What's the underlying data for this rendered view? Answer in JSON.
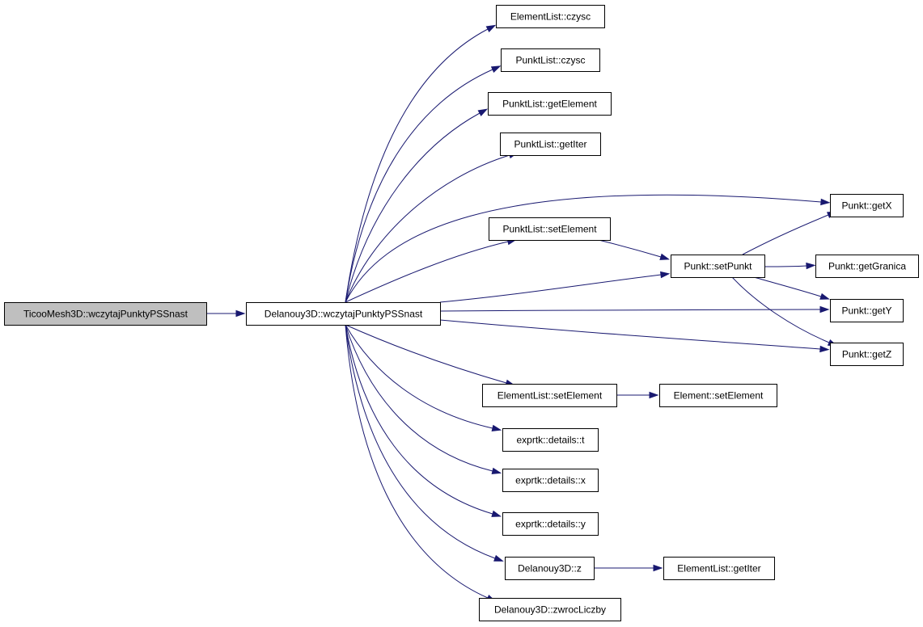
{
  "diagram": {
    "nodes": [
      {
        "id": "root",
        "label": "TicooMesh3D::wczytajPunktyPSSnast",
        "highlight": true
      },
      {
        "id": "main",
        "label": "Delanouy3D::wczytajPunktyPSSnast"
      },
      {
        "id": "el_czysc",
        "label": "ElementList::czysc"
      },
      {
        "id": "pl_czysc",
        "label": "PunktList::czysc"
      },
      {
        "id": "pl_getElement",
        "label": "PunktList::getElement"
      },
      {
        "id": "pl_getIter",
        "label": "PunktList::getIter"
      },
      {
        "id": "pl_setElement",
        "label": "PunktList::setElement"
      },
      {
        "id": "p_setPunkt",
        "label": "Punkt::setPunkt"
      },
      {
        "id": "p_getX",
        "label": "Punkt::getX"
      },
      {
        "id": "p_getGranica",
        "label": "Punkt::getGranica"
      },
      {
        "id": "p_getY",
        "label": "Punkt::getY"
      },
      {
        "id": "p_getZ",
        "label": "Punkt::getZ"
      },
      {
        "id": "el_setElement",
        "label": "ElementList::setElement"
      },
      {
        "id": "e_setElement",
        "label": "Element::setElement"
      },
      {
        "id": "ex_t",
        "label": "exprtk::details::t"
      },
      {
        "id": "ex_x",
        "label": "exprtk::details::x"
      },
      {
        "id": "ex_y",
        "label": "exprtk::details::y"
      },
      {
        "id": "d_z",
        "label": "Delanouy3D::z"
      },
      {
        "id": "el_getIter",
        "label": "ElementList::getIter"
      },
      {
        "id": "d_zwroc",
        "label": "Delanouy3D::zwrocLiczby"
      }
    ],
    "edges": [
      {
        "from": "root",
        "to": "main"
      },
      {
        "from": "main",
        "to": "el_czysc"
      },
      {
        "from": "main",
        "to": "pl_czysc"
      },
      {
        "from": "main",
        "to": "pl_getElement"
      },
      {
        "from": "main",
        "to": "pl_getIter"
      },
      {
        "from": "main",
        "to": "p_getX"
      },
      {
        "from": "main",
        "to": "pl_setElement"
      },
      {
        "from": "main",
        "to": "p_setPunkt"
      },
      {
        "from": "main",
        "to": "p_getY"
      },
      {
        "from": "main",
        "to": "p_getZ"
      },
      {
        "from": "main",
        "to": "el_setElement"
      },
      {
        "from": "main",
        "to": "ex_t"
      },
      {
        "from": "main",
        "to": "ex_x"
      },
      {
        "from": "main",
        "to": "ex_y"
      },
      {
        "from": "main",
        "to": "d_z"
      },
      {
        "from": "main",
        "to": "d_zwroc"
      },
      {
        "from": "pl_setElement",
        "to": "p_setPunkt"
      },
      {
        "from": "p_setPunkt",
        "to": "p_getX"
      },
      {
        "from": "p_setPunkt",
        "to": "p_getGranica"
      },
      {
        "from": "p_setPunkt",
        "to": "p_getY"
      },
      {
        "from": "p_setPunkt",
        "to": "p_getZ"
      },
      {
        "from": "el_setElement",
        "to": "e_setElement"
      },
      {
        "from": "d_z",
        "to": "el_getIter"
      }
    ],
    "colors": {
      "edge": "#191970",
      "node_border": "#000000",
      "node_fill": "#ffffff",
      "root_fill": "#bfbfbf"
    }
  }
}
